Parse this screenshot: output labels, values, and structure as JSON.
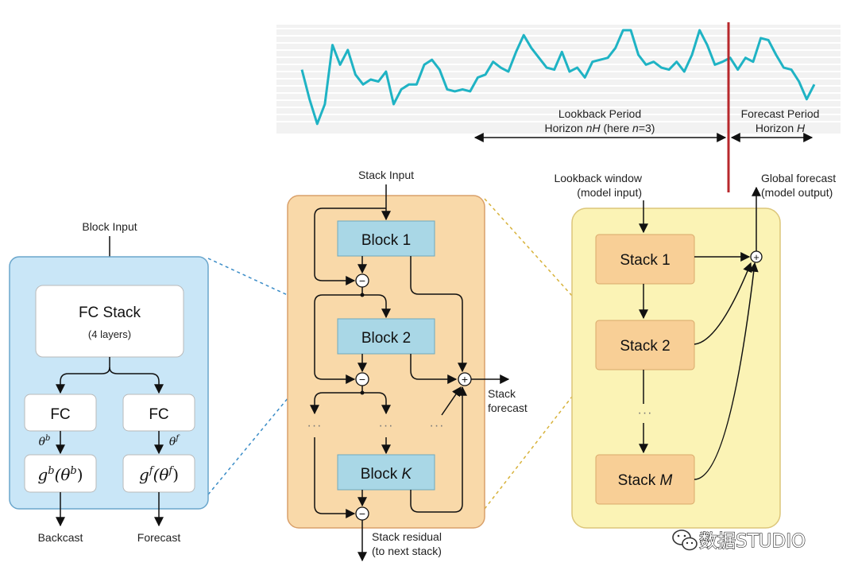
{
  "timeline": {
    "lookback_title": "Lookback Period",
    "lookback_sub_pre": "Horizon ",
    "lookback_sub_var": "nH",
    "lookback_sub_mid": " (here ",
    "lookback_sub_n": "n",
    "lookback_sub_post": "=3)",
    "forecast_title": "Forecast Period",
    "forecast_sub_pre": "Horizon ",
    "forecast_sub_var": "H",
    "series": [
      0.6,
      0.3,
      0.05,
      0.25,
      0.85,
      0.65,
      0.8,
      0.55,
      0.45,
      0.5,
      0.48,
      0.58,
      0.25,
      0.4,
      0.45,
      0.45,
      0.65,
      0.7,
      0.6,
      0.4,
      0.38,
      0.4,
      0.38,
      0.52,
      0.55,
      0.68,
      0.62,
      0.58,
      0.78,
      0.95,
      0.82,
      0.72,
      0.62,
      0.6,
      0.78,
      0.58,
      0.62,
      0.52,
      0.68,
      0.7,
      0.72,
      0.82,
      1.0,
      1.0,
      0.75,
      0.65,
      0.68,
      0.62,
      0.6,
      0.68,
      0.58,
      0.75,
      1.0,
      0.85,
      0.65,
      0.68,
      0.72,
      0.6,
      0.72,
      0.68,
      0.92,
      0.9,
      0.75,
      0.62,
      0.6,
      0.48,
      0.3,
      0.45
    ]
  },
  "block_panel": {
    "input_label": "Block Input",
    "fc_stack_title": "FC Stack",
    "fc_stack_sub": "(4 layers)",
    "fc_left": "FC",
    "fc_right": "FC",
    "theta_b": "θ",
    "theta_b_sup": "b",
    "theta_f": "θ",
    "theta_f_sup": "f",
    "g_left": "g",
    "g_left_sup": "b",
    "g_left_arg": "(θ",
    "g_left_arg_sup": "b",
    "g_right": "g",
    "g_right_sup": "f",
    "g_right_arg": "(θ",
    "g_right_arg_sup": "f",
    "close_paren": ")",
    "backcast_label": "Backcast",
    "forecast_label": "Forecast"
  },
  "stack_panel": {
    "input_label": "Stack Input",
    "block1": "Block 1",
    "block2": "Block 2",
    "blockk_pre": "Block ",
    "blockk_var": "K",
    "ellipsis": "···",
    "minus": "−",
    "plus": "+",
    "forecast_line1": "Stack",
    "forecast_line2": "forecast",
    "residual_line1": "Stack residual",
    "residual_line2": "(to next stack)"
  },
  "model_panel": {
    "lookback_line1": "Lookback window",
    "lookback_line2": "(model input)",
    "global_line1": "Global forecast",
    "global_line2": "(model output)",
    "stack1": "Stack 1",
    "stack2": "Stack 2",
    "stackm_pre": "Stack ",
    "stackm_var": "M",
    "ellipsis": "···",
    "plus": "+"
  },
  "watermark": {
    "text": "数据STUDIO"
  },
  "colors": {
    "series": "#1fb3c4",
    "divider": "#b8282c",
    "block_panel_bg": "#c9e6f7",
    "block_panel_border": "#6aa6cc",
    "stack_panel_bg": "#f9d9a9",
    "stack_panel_border": "#d9a06a",
    "model_panel_bg": "#fbf3b5",
    "model_panel_border": "#dcc67a",
    "block_box": "#a9d7e6",
    "stack_box": "#f8cf96"
  }
}
